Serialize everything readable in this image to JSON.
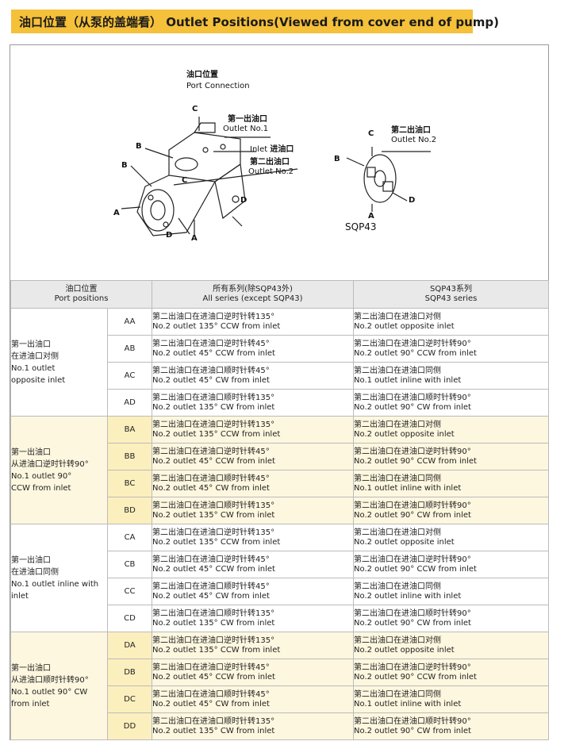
{
  "title": "油口位置（从泵的盖端看） Outlet Positions(Viewed from cover end of pump)",
  "diagram": {
    "port_connection_cn": "油口位置",
    "port_connection_en": "Port Connection",
    "outlet1_cn": "第一出油口",
    "outlet1_en": "Outlet No.1",
    "inlet_en": "Inlet",
    "inlet_cn": "进油口",
    "outlet2_cn": "第二出油口",
    "outlet2_en": "Outlet No.2",
    "right_outlet2_cn": "第二出油口",
    "right_outlet2_en": "Outlet No.2",
    "letters": {
      "a": "A",
      "b": "B",
      "c": "C",
      "d": "D"
    },
    "model": "SQP43"
  },
  "table": {
    "headers": {
      "col1_cn": "油口位置",
      "col1_en": "Port positions",
      "col2_cn": "所有系列(除SQP43外)",
      "col2_en": "All series (except SQP43)",
      "col3_cn": "SQP43系列",
      "col3_en": "SQP43 series"
    },
    "groups": [
      {
        "lines": [
          "第一出油口",
          "在进油口对侧",
          "No.1 outlet",
          "opposite inlet"
        ],
        "rows": [
          {
            "code": "AA",
            "all_cn": "第二出油口在进油口逆时针转135°",
            "all_en": "No.2 outlet 135°  CCW from inlet",
            "sqp_cn": "第二出油口在进油口对侧",
            "sqp_en": "No.2 outlet opposite inlet"
          },
          {
            "code": "AB",
            "all_cn": "第二出油口在进油口逆时针转45°",
            "all_en": "No.2 outlet 45°  CCW from inlet",
            "sqp_cn": "第二出油口在进油口逆时针转90°",
            "sqp_en": "No.2 outlet 90°  CCW from inlet"
          },
          {
            "code": "AC",
            "all_cn": "第二出油口在进油口顺时针转45°",
            "all_en": "No.2 outlet 45°  CW from inlet",
            "sqp_cn": "第二出油口在进油口同侧",
            "sqp_en": "No.1 outlet inline with inlet"
          },
          {
            "code": "AD",
            "all_cn": "第二出油口在进油口顺时针转135°",
            "all_en": "No.2 outlet 135°  CW from inlet",
            "sqp_cn": "第二出油口在进油口顺时针转90°",
            "sqp_en": "No.2 outlet 90°  CW from inlet"
          }
        ]
      },
      {
        "lines": [
          "第一出油口",
          "从进油口逆时针转90°",
          "No.1 outlet 90°",
          "CCW from inlet"
        ],
        "rows": [
          {
            "code": "BA",
            "all_cn": "第二出油口在进油口逆时针转135°",
            "all_en": "No.2 outlet 135°  CCW from inlet",
            "sqp_cn": "第二出油口在进油口对侧",
            "sqp_en": "No.2 outlet opposite inlet"
          },
          {
            "code": "BB",
            "all_cn": "第二出油口在进油口逆时针转45°",
            "all_en": "No.2 outlet 45°  CCW from inlet",
            "sqp_cn": "第二出油口在进油口逆时针转90°",
            "sqp_en": "No.2 outlet 90°  CCW from inlet"
          },
          {
            "code": "BC",
            "all_cn": "第二出油口在进油口顺时针转45°",
            "all_en": "No.2 outlet 45°  CW from inlet",
            "sqp_cn": "第二出油口在进油口同侧",
            "sqp_en": "No.1 outlet inline with inlet"
          },
          {
            "code": "BD",
            "all_cn": "第二出油口在进油口顺时针转135°",
            "all_en": "No.2 outlet 135°  CW from inlet",
            "sqp_cn": "第二出油口在进油口顺时针转90°",
            "sqp_en": "No.2 outlet 90°  CW from inlet"
          }
        ]
      },
      {
        "lines": [
          "第一出油口",
          "在进油口同侧",
          "No.1 outlet inline with",
          "inlet"
        ],
        "rows": [
          {
            "code": "CA",
            "all_cn": "第二出油口在进油口逆时针转135°",
            "all_en": "No.2 outlet 135°  CCW from inlet",
            "sqp_cn": "第二出油口在进油口对侧",
            "sqp_en": "No.2 outlet opposite inlet"
          },
          {
            "code": "CB",
            "all_cn": "第二出油口在进油口逆时针转45°",
            "all_en": "No.2 outlet 45°  CCW from inlet",
            "sqp_cn": "第二出油口在进油口逆时针转90°",
            "sqp_en": "No.2 outlet 90°  CCW from inlet"
          },
          {
            "code": "CC",
            "all_cn": "第二出油口在进油口顺时针转45°",
            "all_en": "No.2 outlet 45°  CW from inlet",
            "sqp_cn": "第二出油口在进油口同侧",
            "sqp_en": "No.2 outlet inline with inlet"
          },
          {
            "code": "CD",
            "all_cn": "第二出油口在进油口顺时针转135°",
            "all_en": "No.2 outlet 135°  CW from inlet",
            "sqp_cn": "第二出油口在进油口顺时针转90°",
            "sqp_en": "No.2 outlet 90°  CW from inlet"
          }
        ]
      },
      {
        "lines": [
          "第一出油口",
          "从进油口顺时针转90°",
          "No.1 outlet 90°  CW",
          "from inlet"
        ],
        "rows": [
          {
            "code": "DA",
            "all_cn": "第二出油口在进油口逆时针转135°",
            "all_en": "No.2 outlet 135°  CCW from inlet",
            "sqp_cn": "第二出油口在进油口对侧",
            "sqp_en": "No.2 outlet opposite inlet"
          },
          {
            "code": "DB",
            "all_cn": "第二出油口在进油口逆时针转45°",
            "all_en": "No.2 outlet 45°  CCW from inlet",
            "sqp_cn": "第二出油口在进油口逆时针转90°",
            "sqp_en": "No.2 outlet 90°  CCW from inlet"
          },
          {
            "code": "DC",
            "all_cn": "第二出油口在进油口顺时针转45°",
            "all_en": "No.2 outlet 45°  CW from inlet",
            "sqp_cn": "第二出油口在进油口同侧",
            "sqp_en": "No.1 outlet inline with inlet"
          },
          {
            "code": "DD",
            "all_cn": "第二出油口在进油口顺时针转135°",
            "all_en": "No.2 outlet 135°  CW from inlet",
            "sqp_cn": "第二出油口在进油口顺时针转90°",
            "sqp_en": "No.2 outlet 90°  CW from inlet"
          }
        ]
      }
    ]
  }
}
